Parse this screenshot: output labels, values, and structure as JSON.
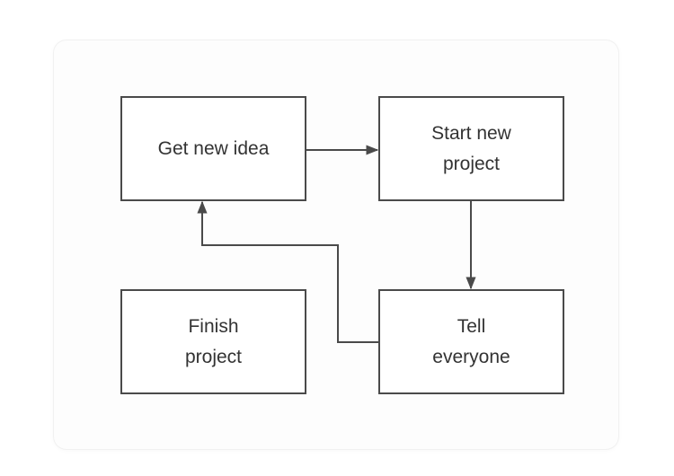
{
  "diagram": {
    "nodes": [
      {
        "id": "idea",
        "label": "Get new idea"
      },
      {
        "id": "start",
        "label": "Start new\nproject"
      },
      {
        "id": "finish",
        "label": "Finish\nproject"
      },
      {
        "id": "tell",
        "label": "Tell\neveryone"
      }
    ],
    "edges": [
      {
        "from": "idea",
        "to": "start"
      },
      {
        "from": "start",
        "to": "tell"
      },
      {
        "from": "tell",
        "to": "idea"
      }
    ],
    "colors": {
      "stroke": "#4a4a4a",
      "text": "#333333",
      "background": "#ffffff"
    }
  }
}
